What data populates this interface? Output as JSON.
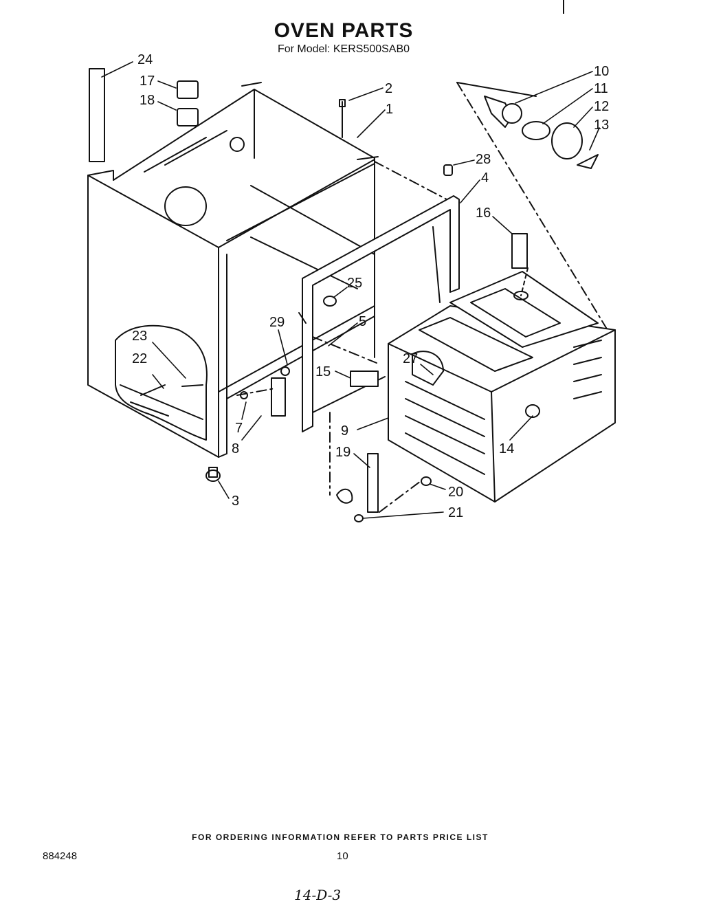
{
  "header": {
    "title": "OVEN PARTS",
    "subtitle": "For Model: KERS500SAB0"
  },
  "callouts": [
    "24",
    "17",
    "18",
    "2",
    "1",
    "10",
    "11",
    "12",
    "13",
    "28",
    "4",
    "16",
    "25",
    "5",
    "29",
    "23",
    "22",
    "15",
    "27",
    "9",
    "7",
    "8",
    "14",
    "19",
    "20",
    "21",
    "3"
  ],
  "footer": {
    "ordering_note": "FOR ORDERING INFORMATION REFER TO PARTS PRICE LIST",
    "document_number": "884248",
    "page_number": "10",
    "handwritten_note": "14-D-3"
  }
}
